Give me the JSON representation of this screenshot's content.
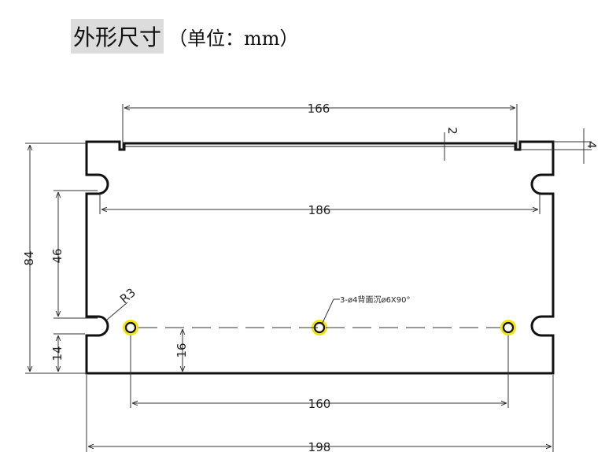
{
  "title": {
    "main": "外形尺寸",
    "unit": "（单位：mm）"
  },
  "dimensions": {
    "top_slot_width": "166",
    "slot_depth": "2",
    "notch_depth": "4",
    "hole_row_width": "186",
    "overall_height": "84",
    "slot_spacing": "46",
    "radius": "R3",
    "bottom_offset": "14",
    "hole_offset": "16",
    "hole_spacing": "160",
    "overall_width": "198"
  },
  "hole_note": "3-ø4背面沉ø6X90°",
  "colors": {
    "outline": "#111111",
    "dimension_line": "#333333",
    "hole_highlight": "#f3e500"
  }
}
